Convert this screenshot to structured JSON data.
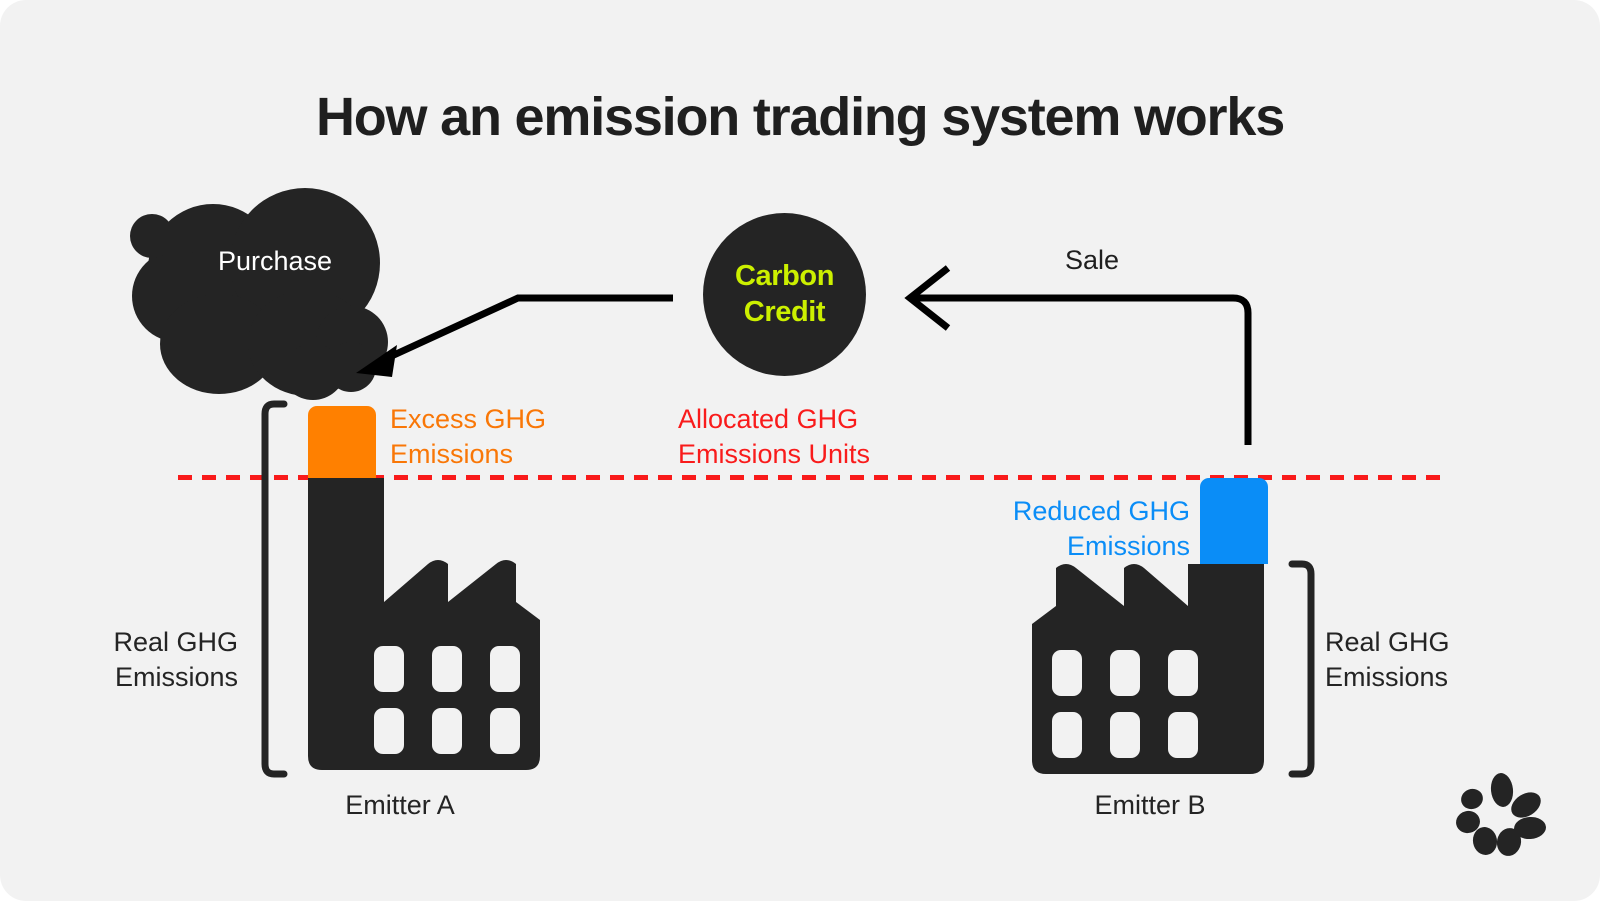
{
  "page": {
    "title": "How an emission trading system works",
    "background_color": "#F2F2F2",
    "ink_color": "#242424"
  },
  "smoke": {
    "label": "Purchase",
    "color": "#242424",
    "text_color": "#FFFFFF"
  },
  "carbon_credit": {
    "label": "Carbon\nCredit",
    "bubble_color": "#242424",
    "text_color": "#CCF000"
  },
  "flows": {
    "purchase_arrow_name": "purchase",
    "sale_label": "Sale",
    "arrow_color": "#000000"
  },
  "cap": {
    "name": "allocated-cap-line",
    "color": "#F91B1B",
    "style": "dashed"
  },
  "emitters": [
    {
      "id": "a",
      "label": "Emitter A",
      "bracket_label": "Real GHG\nEmissions",
      "block_label": "Excess GHG\nEmissions",
      "block_color": "#FF8000",
      "block_position": "above-cap",
      "chimney_side": "left"
    },
    {
      "id": "b",
      "label": "Emitter B",
      "bracket_label": "Real GHG\nEmissions",
      "block_label": "Reduced GHG\nEmissions",
      "block_color": "#0A8DF7",
      "block_position": "below-cap",
      "chimney_side": "right"
    }
  ],
  "allocated": {
    "label": "Allocated GHG\nEmissions Units",
    "color": "#F91B1B"
  },
  "logo": {
    "name": "brand-petal-logo",
    "color": "#242424"
  }
}
